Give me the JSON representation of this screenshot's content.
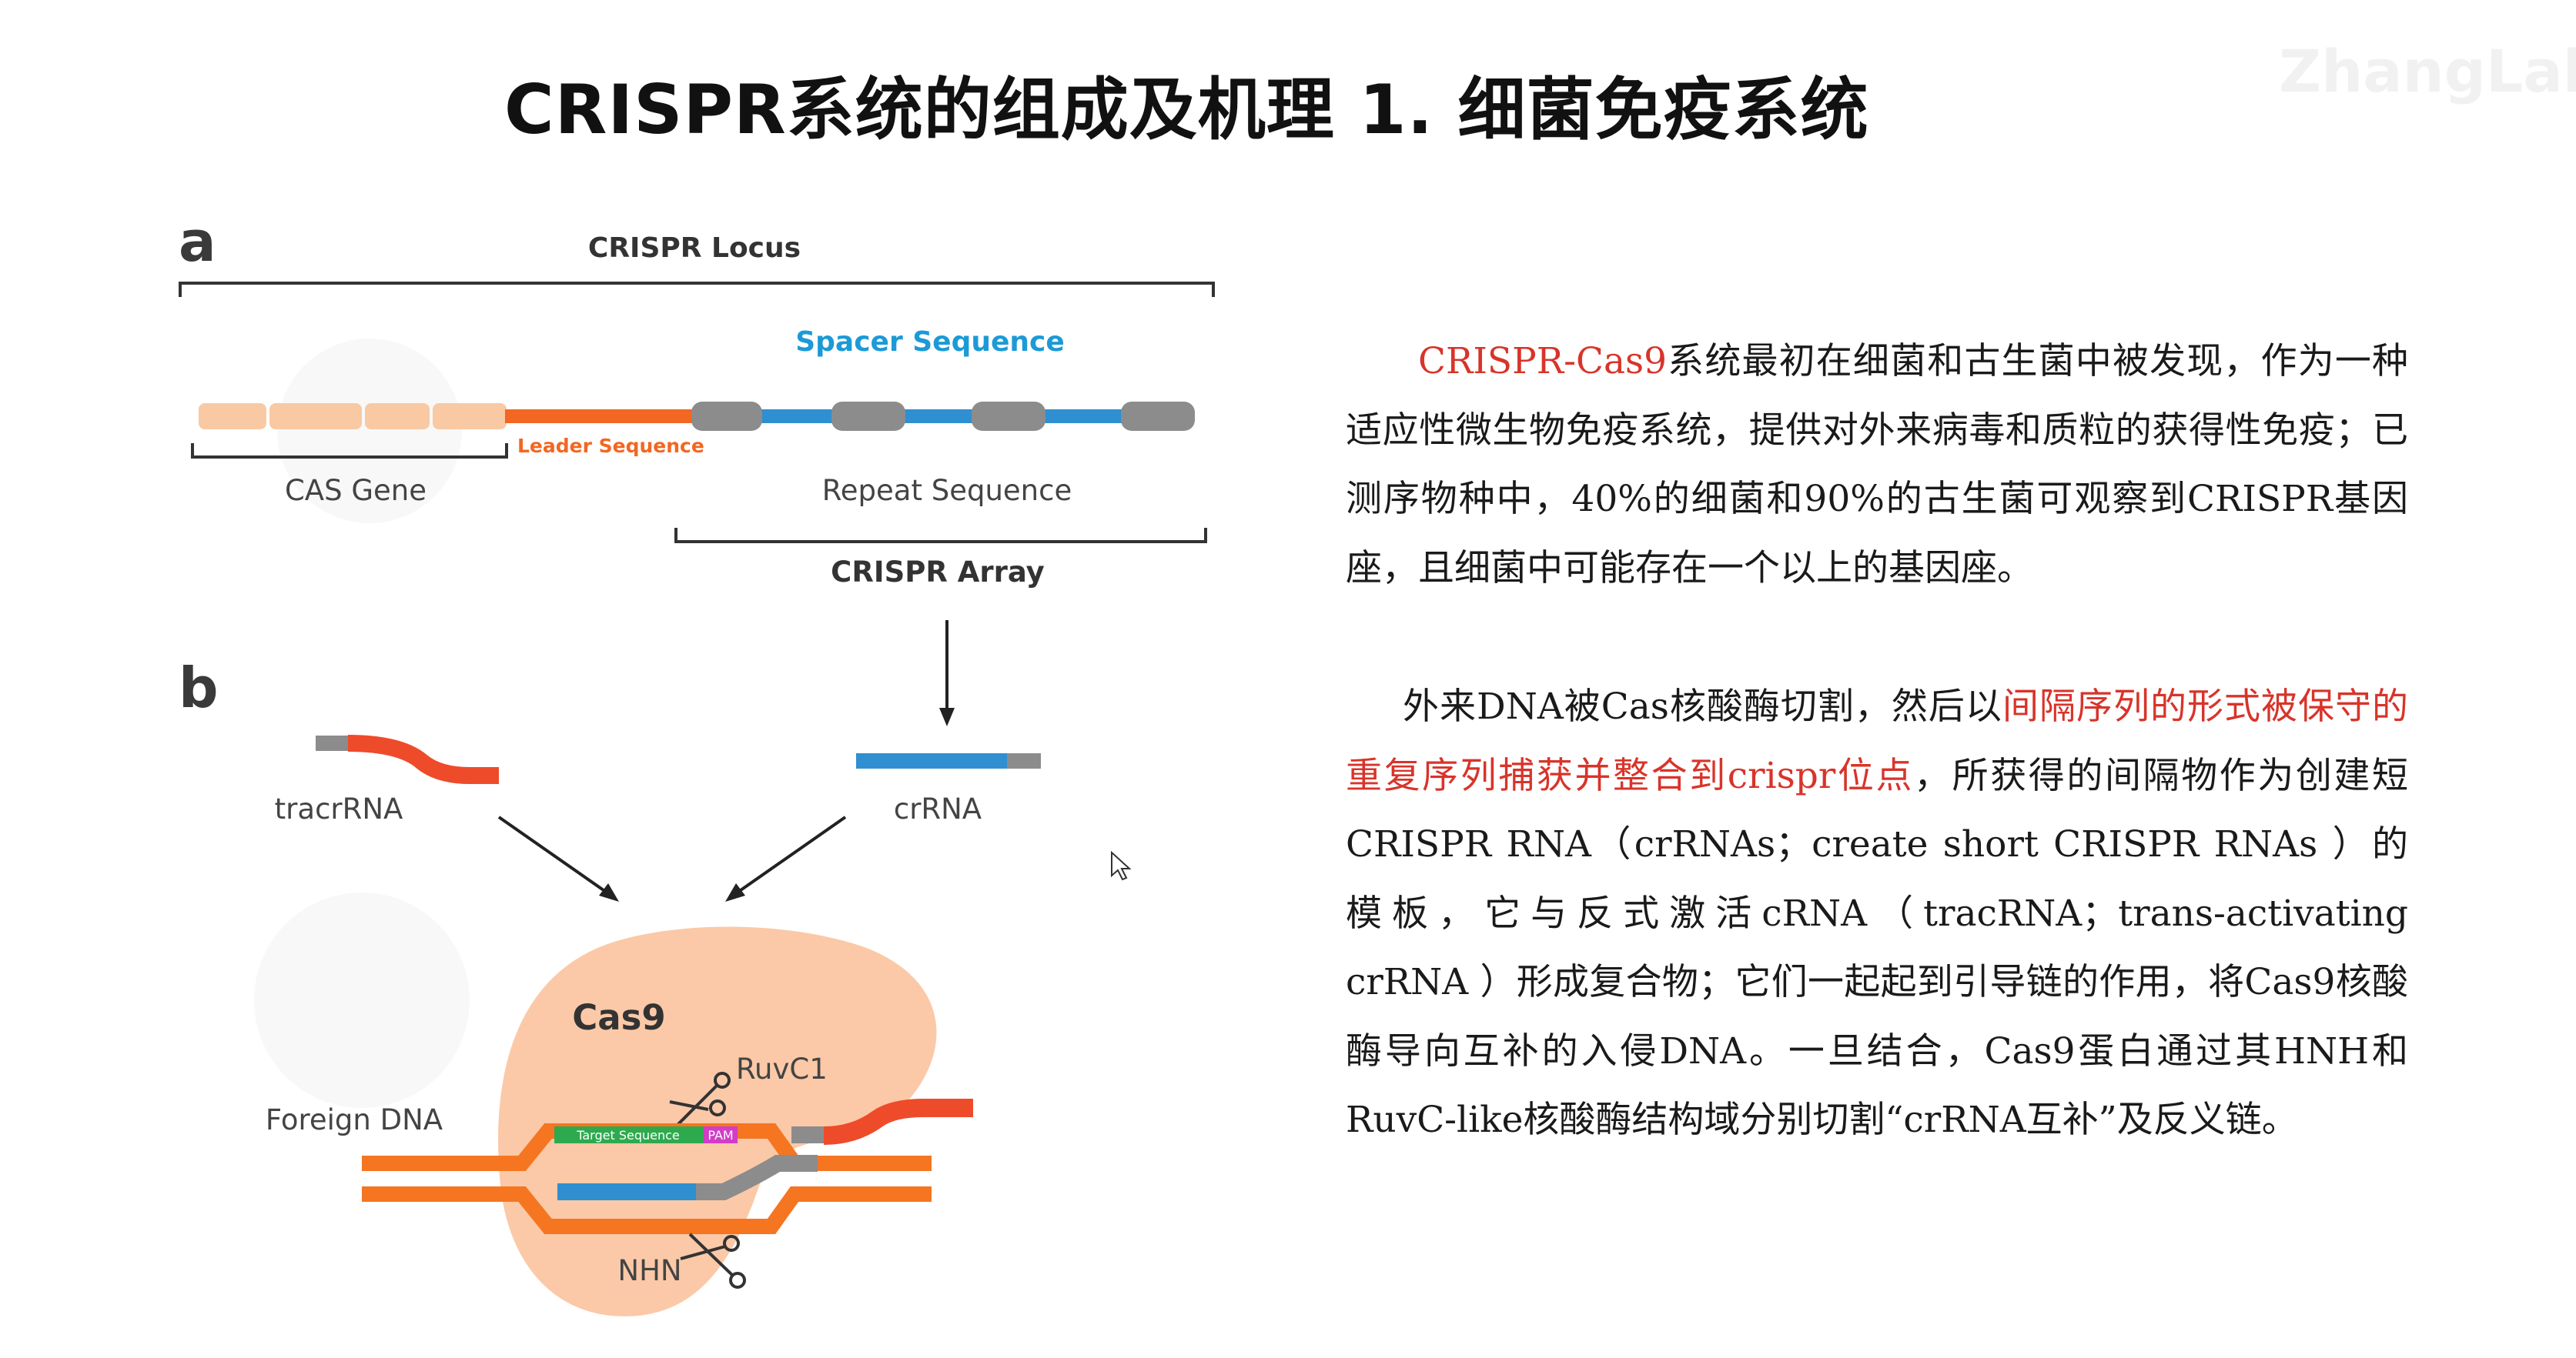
{
  "slide": {
    "title": "CRISPR系统的组成及机理  1. 细菌免疫系统",
    "watermark": "ZhangLab_X"
  },
  "figure": {
    "panel_a": "a",
    "panel_b": "b",
    "crispr_locus": "CRISPR Locus",
    "spacer_sequence": "Spacer Sequence",
    "leader_sequence": "Leader Sequence",
    "cas_gene": "CAS Gene",
    "repeat_sequence": "Repeat Sequence",
    "crispr_array": "CRISPR Array",
    "tracrrna": "tracrRNA",
    "crrna": "crRNA",
    "cas9": "Cas9",
    "ruvc1": "RuvC1",
    "foreign_dna": "Foreign DNA",
    "target_sequence": "Target Sequence",
    "pam": "PAM",
    "nhn": "NHN",
    "colors": {
      "cas_gene": "#f9c9a3",
      "leader": "#f26722",
      "spacer": "#2f8fd0",
      "repeat": "#8c8c8c",
      "tracr": "#ee4b2b",
      "cas9_body": "#fbc9a7",
      "target": "#2eaa4e",
      "pam": "#d23cc8",
      "dna": "#f57521",
      "spacer_label": "#1c9ad6"
    }
  },
  "text": {
    "p1_red": "CRISPR-Cas9",
    "p1_rest": "系统最初在细菌和古生菌中被发现，作为一种适应性微生物免疫系统，提供对外来病毒和质粒的获得性免疫；已测序物种中，40%的细菌和90%的古生菌可观察到CRISPR基因座，且细菌中可能存在一个以上的基因座。",
    "p2_start": "外来DNA被Cas核酸酶切割，然后以",
    "p2_red": "间隔序列的形式被保守的重复序列捕获并整合到crispr位点",
    "p2_rest": "，所获得的间隔物作为创建短CRISPR RNA（crRNAs；create short CRISPR RNAs ）的模板，它与反式激活cRNA（tracRNA；trans-activating crRNA ）形成复合物；它们一起起到引导链的作用，将Cas9核酸酶导向互补的入侵DNA。一旦结合，Cas9蛋白通过其HNH和RuvC-like核酸酶结构域分别切割“crRNA互补”及反义链。"
  }
}
